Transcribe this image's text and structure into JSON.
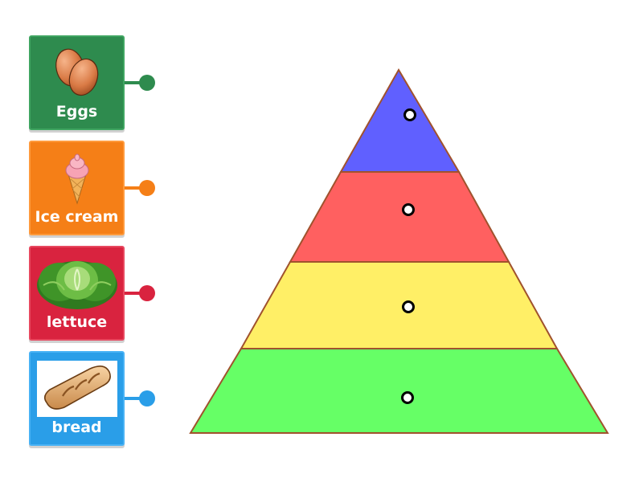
{
  "cards": [
    {
      "label": "Eggs",
      "color": "#2e8b4e",
      "icon": "eggs-icon"
    },
    {
      "label": "Ice cream",
      "color": "#f57f17",
      "icon": "ice-cream-icon"
    },
    {
      "label": "lettuce",
      "color": "#d9233f",
      "icon": "lettuce-icon"
    },
    {
      "label": "bread",
      "color": "#2a9ee8",
      "icon": "bread-icon"
    }
  ],
  "pyramid": {
    "levels": [
      {
        "level": "top",
        "color": "#6060ff"
      },
      {
        "level": "upper-middle",
        "color": "#ff6060"
      },
      {
        "level": "lower-middle",
        "color": "#ffef66"
      },
      {
        "level": "base",
        "color": "#66ff66"
      }
    ],
    "outline_color": "#a0522d"
  }
}
